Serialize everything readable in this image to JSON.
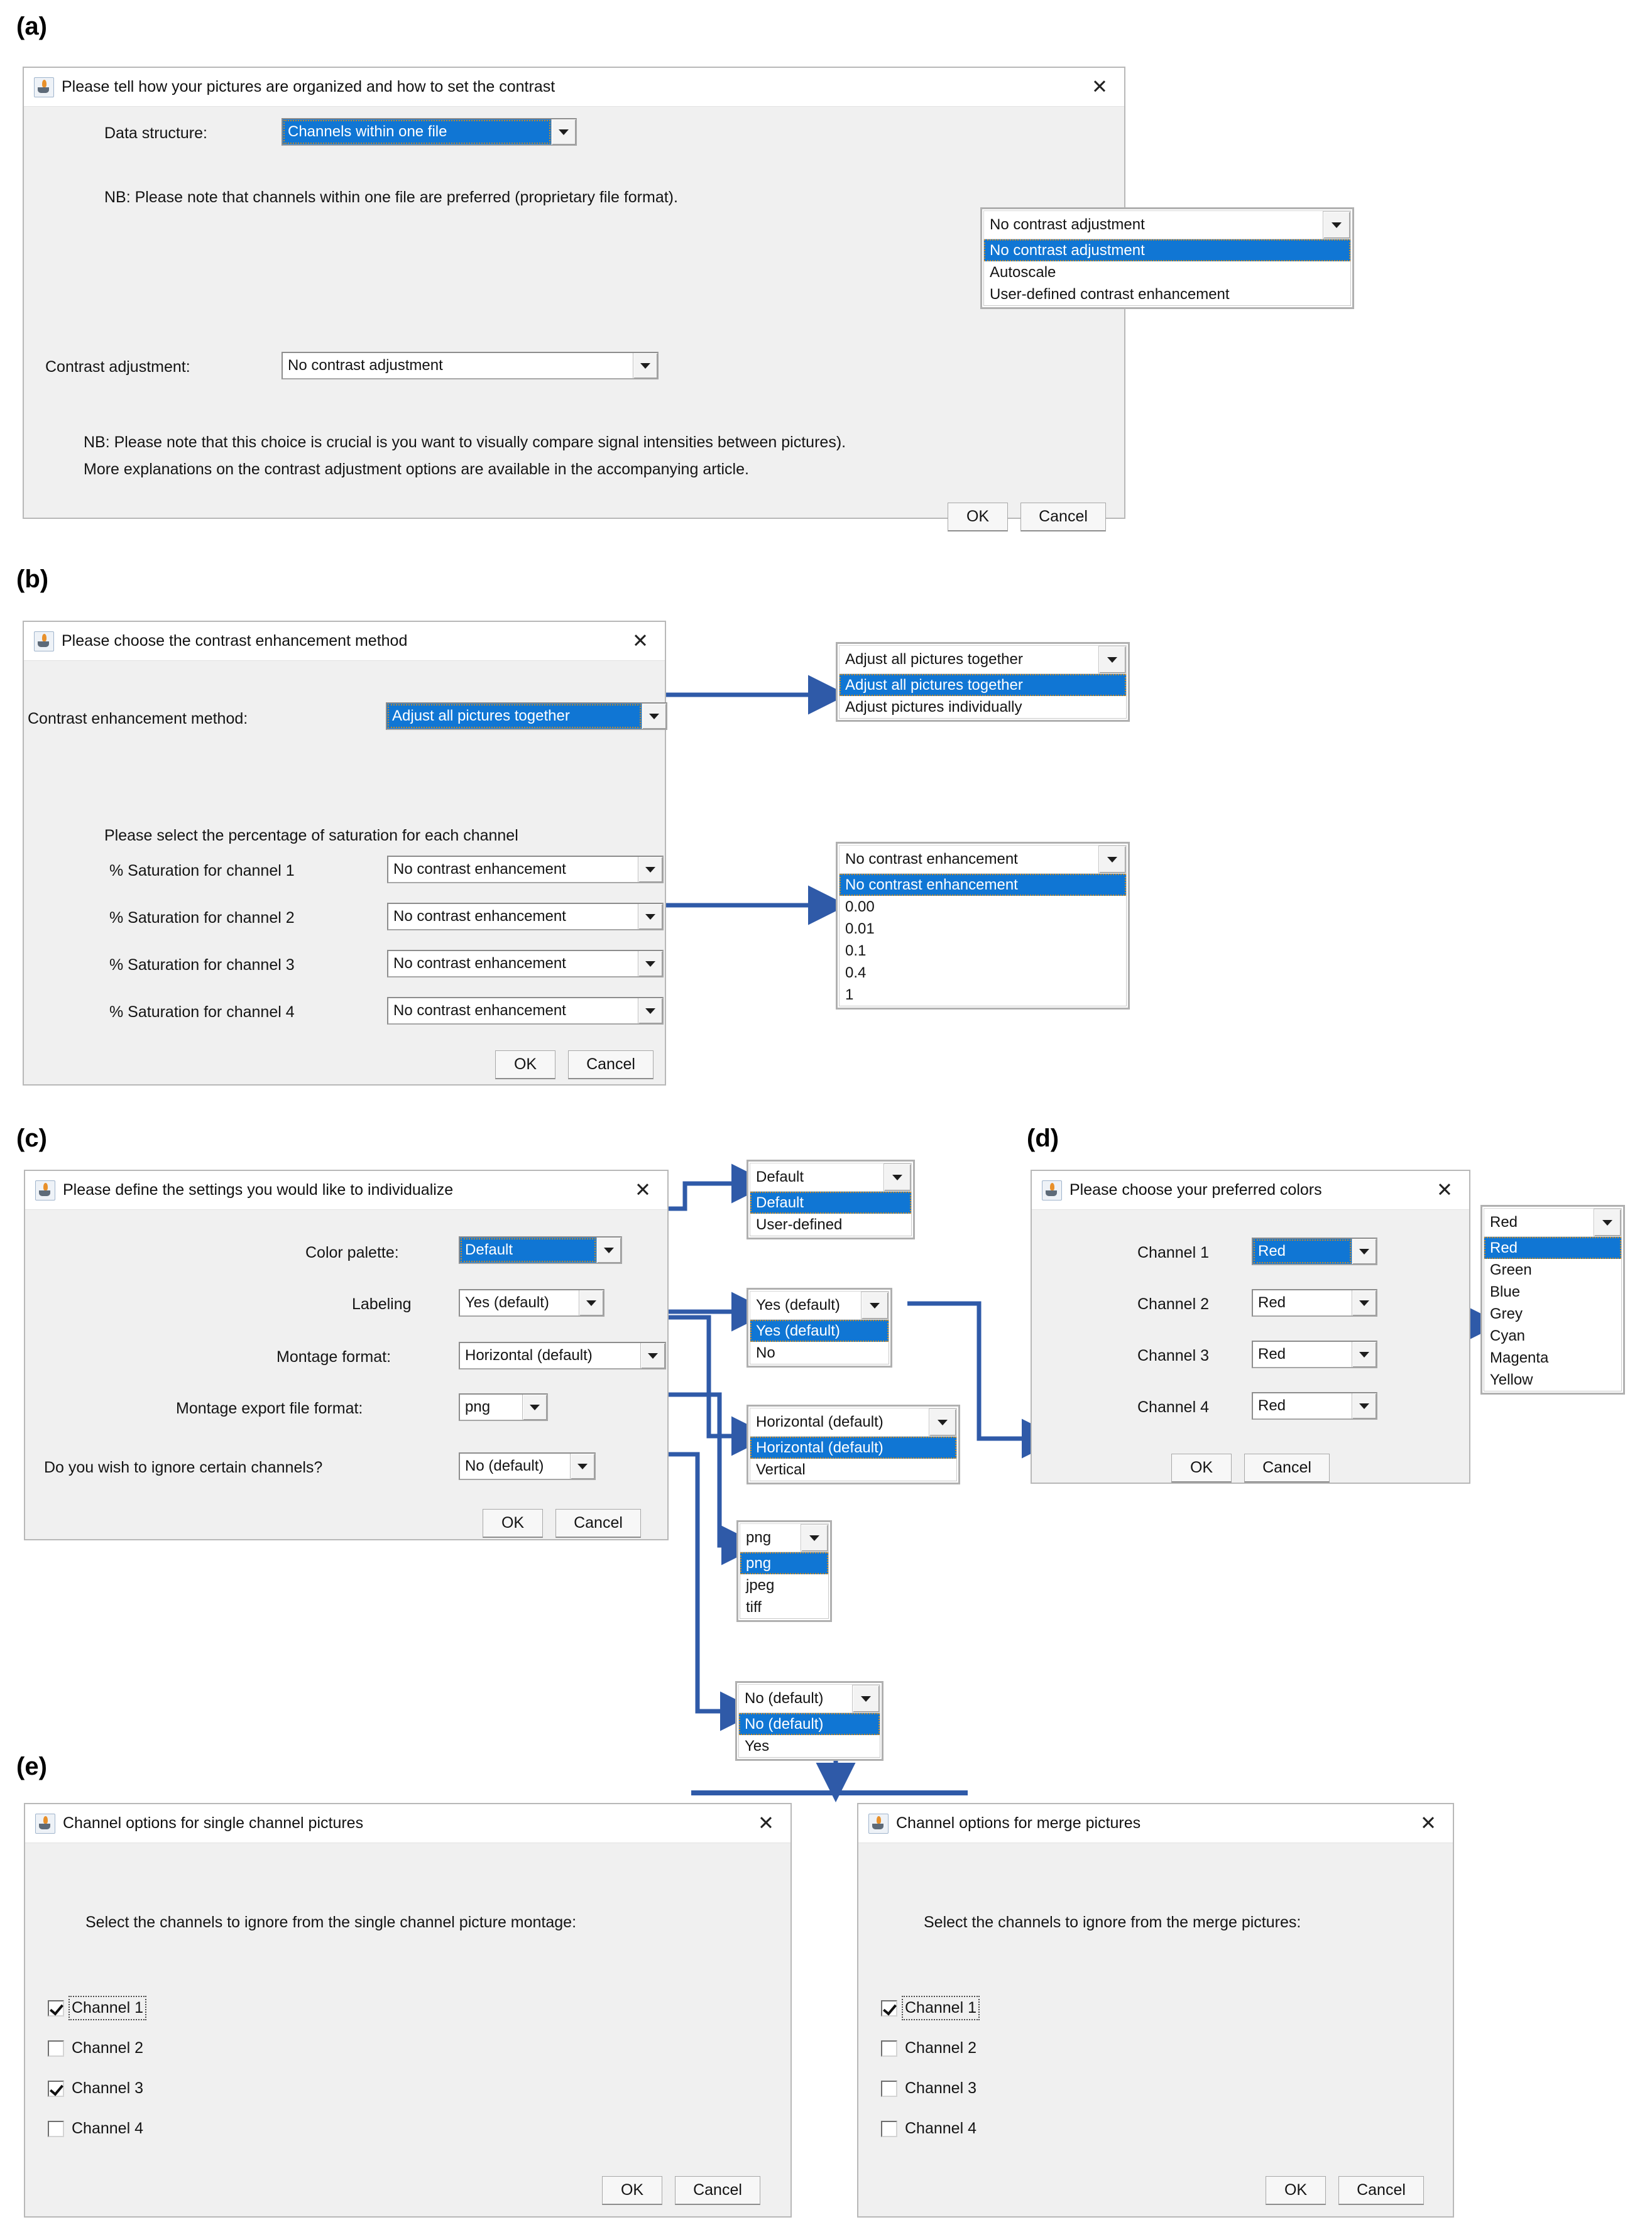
{
  "panels": {
    "a": "(a)",
    "b": "(b)",
    "c": "(c)",
    "d": "(d)",
    "e": "(e)"
  },
  "common": {
    "ok": "OK",
    "cancel": "Cancel",
    "close": "✕",
    "java_icon": "java-coffee-cup-icon"
  },
  "dialog_a": {
    "title": "Please tell how your pictures are organized and how to set the contrast",
    "data_structure_label": "Data structure:",
    "data_structure_value": "Channels within one file",
    "note1": "NB: Please note that channels within one file are preferred (proprietary file format).",
    "contrast_label": "Contrast adjustment:",
    "contrast_value": "No contrast adjustment",
    "note2_line1": "NB: Please note that this choice is crucial is you want to visually compare signal intensities between pictures).",
    "note2_line2": "More explanations on the contrast adjustment options are available in the accompanying article."
  },
  "popup_contrast": {
    "value": "No contrast adjustment",
    "options": [
      "No contrast adjustment",
      "Autoscale",
      "User-defined contrast enhancement"
    ],
    "selected_index": 0
  },
  "dialog_b": {
    "title": "Please choose the contrast enhancement method",
    "method_label": "Contrast enhancement method:",
    "method_value": "Adjust all pictures together",
    "saturation_heading": "Please select the percentage of saturation for each channel",
    "channels": [
      {
        "label": "% Saturation for channel 1",
        "value": "No contrast enhancement"
      },
      {
        "label": "% Saturation for channel 2",
        "value": "No contrast enhancement"
      },
      {
        "label": "% Saturation for channel 3",
        "value": "No contrast enhancement"
      },
      {
        "label": "% Saturation for channel 4",
        "value": "No contrast enhancement"
      }
    ]
  },
  "popup_method": {
    "value": "Adjust all pictures together",
    "options": [
      "Adjust all pictures together",
      "Adjust pictures individually"
    ],
    "selected_index": 0
  },
  "popup_saturation": {
    "value": "No contrast enhancement",
    "options": [
      "No contrast enhancement",
      "0.00",
      "0.01",
      "0.1",
      "0.4",
      "1"
    ],
    "selected_index": 0
  },
  "dialog_c": {
    "title": "Please define the settings you would like to individualize",
    "rows": [
      {
        "label": "Color  palette:",
        "value": "Default"
      },
      {
        "label": "Labeling",
        "value": "Yes (default)"
      },
      {
        "label": "Montage format:",
        "value": "Horizontal (default)"
      },
      {
        "label": "Montage export file format:",
        "value": "png"
      },
      {
        "label": "Do you wish to ignore certain channels?",
        "value": "No (default)"
      }
    ]
  },
  "popup_palette": {
    "value": "Default",
    "options": [
      "Default",
      "User-defined"
    ],
    "selected_index": 0
  },
  "popup_labeling": {
    "value": "Yes (default)",
    "options": [
      "Yes (default)",
      "No"
    ],
    "selected_index": 0
  },
  "popup_montage": {
    "value": "Horizontal (default)",
    "options": [
      "Horizontal (default)",
      "Vertical"
    ],
    "selected_index": 0
  },
  "popup_format": {
    "value": "png",
    "options": [
      "png",
      "jpeg",
      "tiff"
    ],
    "selected_index": 0
  },
  "popup_ignore": {
    "value": "No (default)",
    "options": [
      "No (default)",
      "Yes"
    ],
    "selected_index": 0
  },
  "dialog_d": {
    "title": "Please choose your preferred colors",
    "channels": [
      {
        "label": "Channel 1",
        "value": "Red"
      },
      {
        "label": "Channel 2",
        "value": "Red"
      },
      {
        "label": "Channel 3",
        "value": "Red"
      },
      {
        "label": "Channel 4",
        "value": "Red"
      }
    ]
  },
  "popup_colors": {
    "value": "Red",
    "options": [
      "Red",
      "Green",
      "Blue",
      "Grey",
      "Cyan",
      "Magenta",
      "Yellow"
    ],
    "selected_index": 0
  },
  "dialog_e_single": {
    "title": "Channel options for single channel pictures",
    "instruction": "Select the channels to ignore from the single channel picture montage:",
    "checkboxes": [
      {
        "label": "Channel 1",
        "checked": true,
        "focused": true
      },
      {
        "label": "Channel 2",
        "checked": false,
        "focused": false
      },
      {
        "label": "Channel 3",
        "checked": true,
        "focused": false
      },
      {
        "label": "Channel 4",
        "checked": false,
        "focused": false
      }
    ]
  },
  "dialog_e_merge": {
    "title": "Channel options for merge pictures",
    "instruction": "Select the channels to ignore from the merge pictures:",
    "checkboxes": [
      {
        "label": "Channel 1",
        "checked": true,
        "focused": true
      },
      {
        "label": "Channel 2",
        "checked": false,
        "focused": false
      },
      {
        "label": "Channel 3",
        "checked": false,
        "focused": false
      },
      {
        "label": "Channel 4",
        "checked": false,
        "focused": false
      }
    ]
  },
  "colors": {
    "selection_blue": "#1076d4",
    "arrow_blue": "#2f5aa8",
    "dialog_face": "#f0f0f0",
    "titlebar": "#ffffff"
  }
}
